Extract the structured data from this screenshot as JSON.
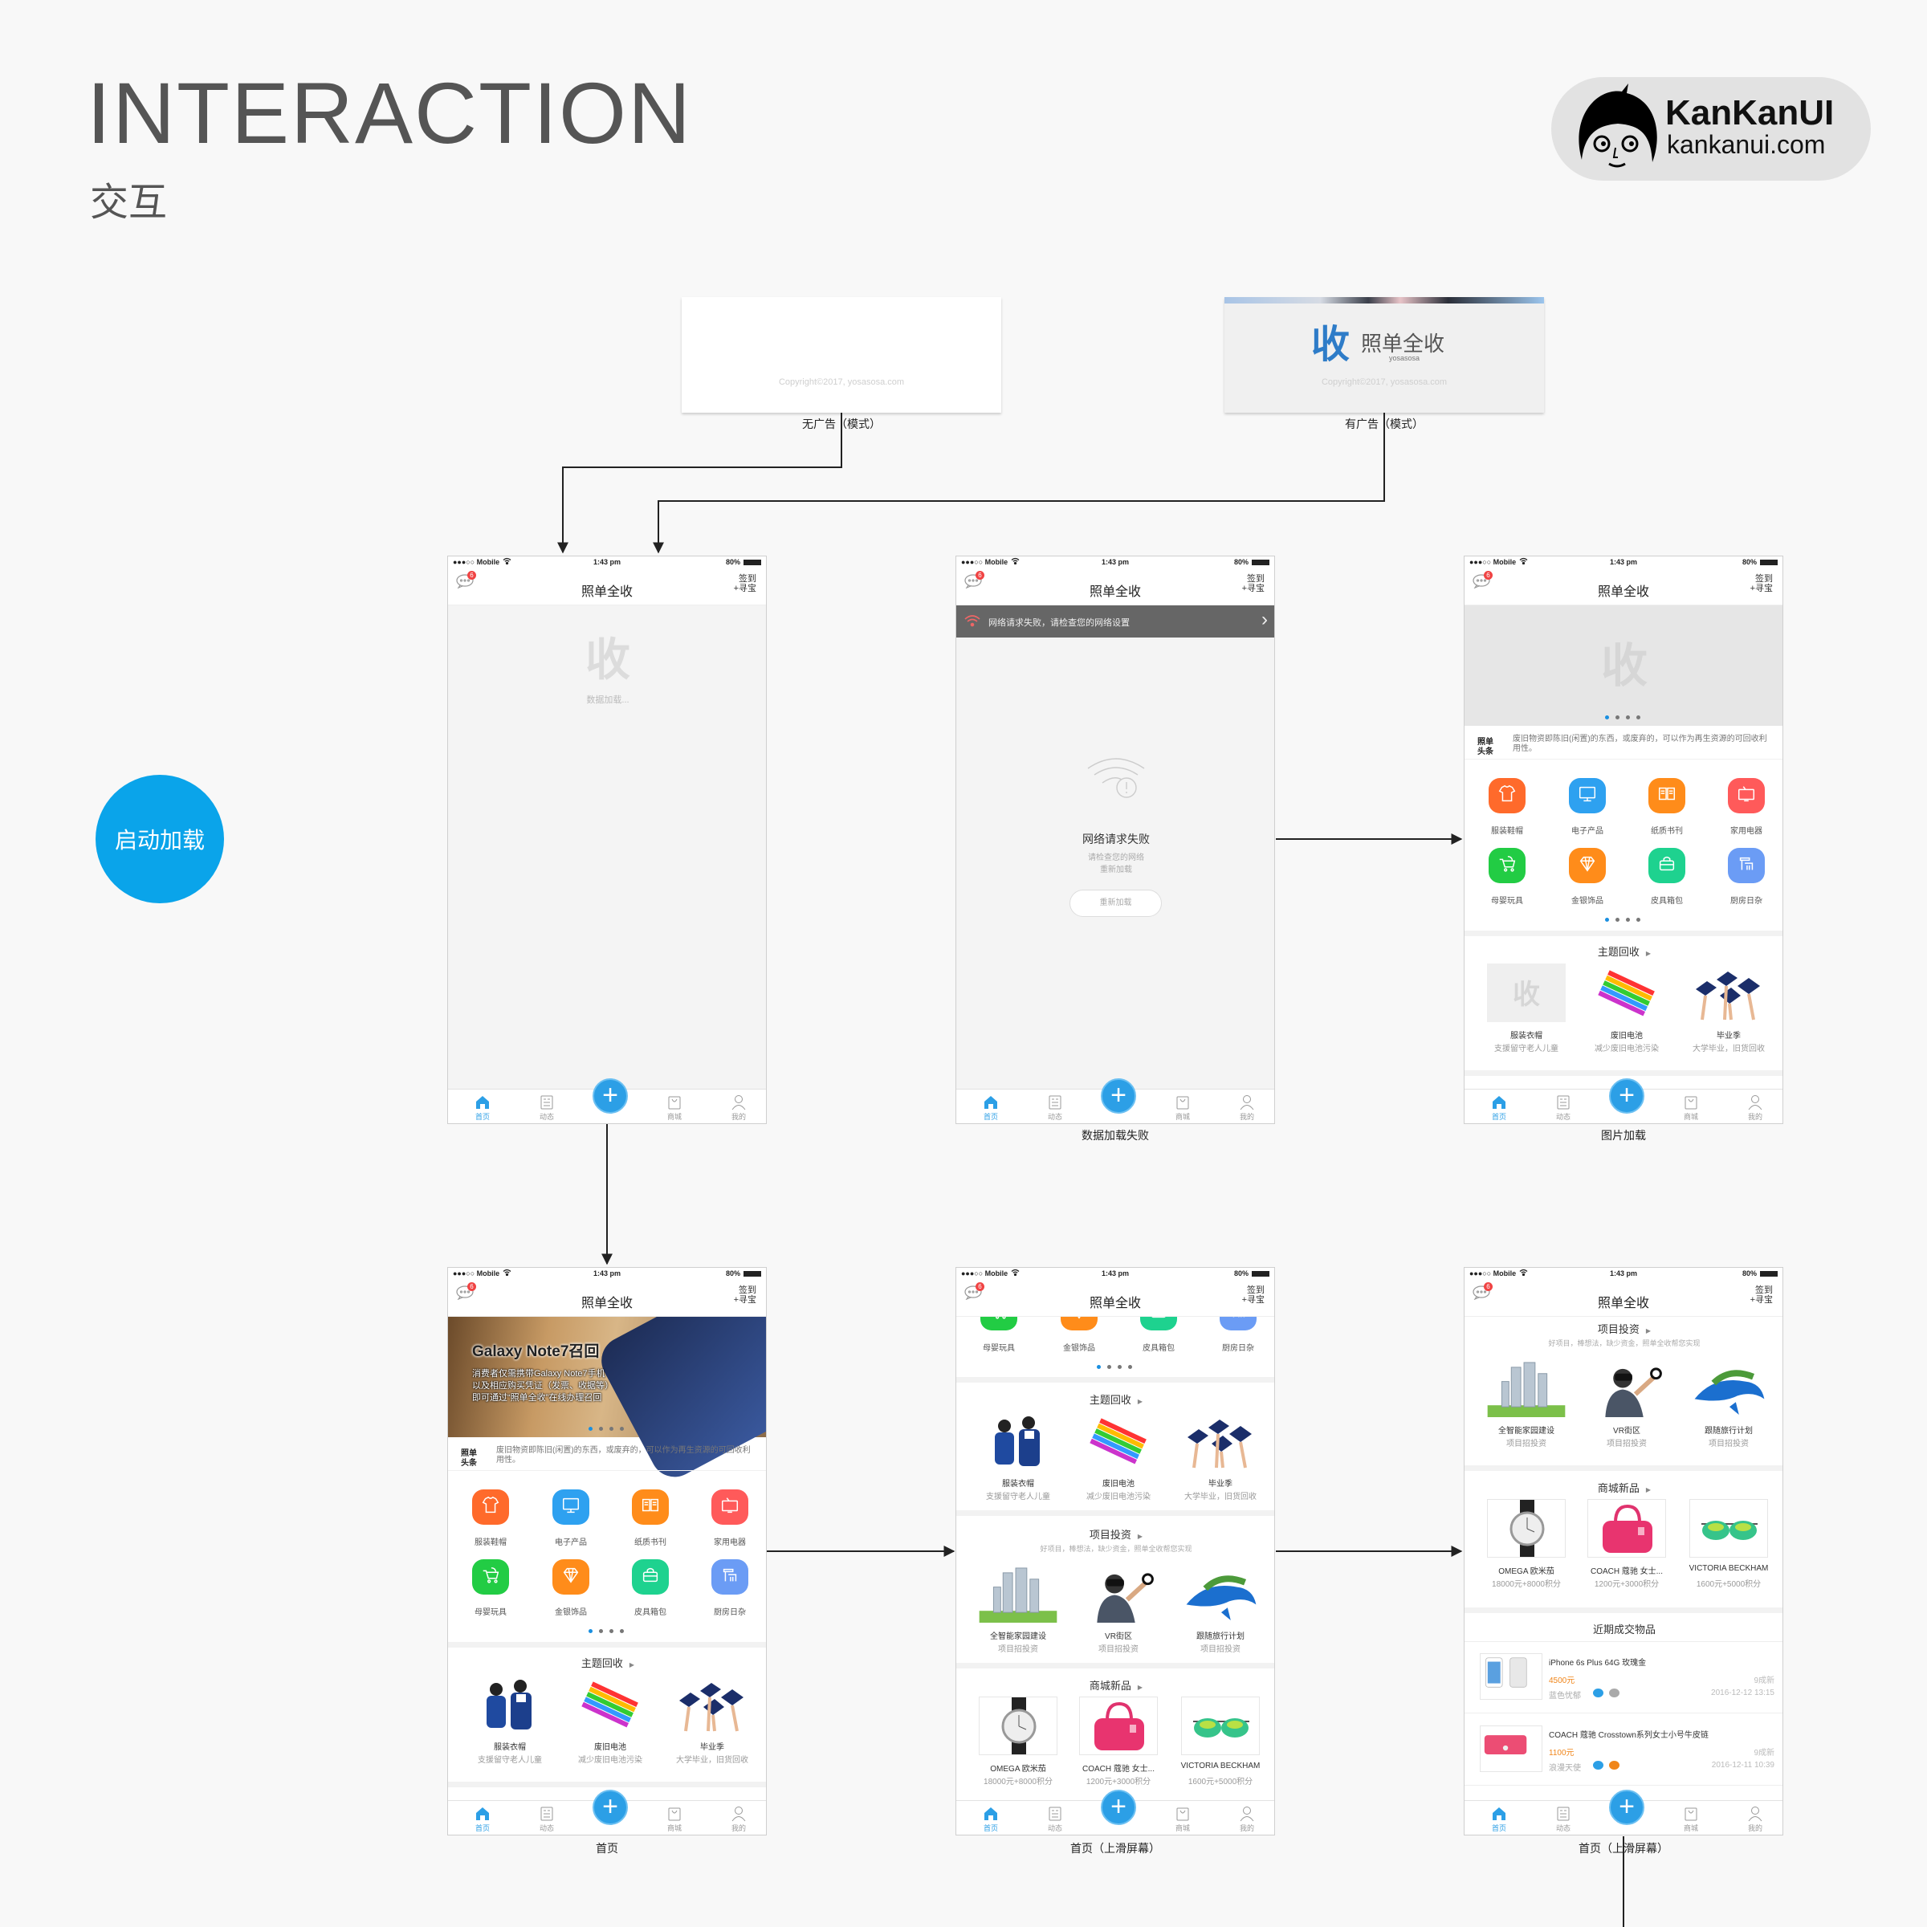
{
  "header": {
    "title": "INTERACTION",
    "subtitle": "交互"
  },
  "logo": {
    "name": "KanKanUI",
    "url": "kankanui.com"
  },
  "start_badge": "启动加载",
  "splash": {
    "plain": {
      "copyright": "Copyright©2017, yosasosa.com",
      "caption": "无广告（模式）"
    },
    "ad": {
      "brand": "照单全收",
      "brand_en": "yosasosa",
      "copyright": "Copyright©2017, yosasosa.com",
      "caption": "有广告（模式）"
    }
  },
  "status": {
    "carrier": "●●●○○ Mobile",
    "time": "1:43 pm",
    "battery": "80%"
  },
  "nav": {
    "title": "照单全收",
    "badge": "6",
    "right_line1": "签到",
    "right_line2": "+寻宝"
  },
  "tabs": [
    "首页",
    "动态",
    "商城",
    "我的"
  ],
  "colors": {
    "accent": "#2c9fe6",
    "badge": "#0aa4ea",
    "price": "#f08519"
  },
  "loading": {
    "text": "数据加载..."
  },
  "error": {
    "bar": "网络请求失败，请检查您的网络设置",
    "title": "网络请求失败",
    "sub1": "请检查您的网络",
    "sub2": "重新加载",
    "button": "重新加载"
  },
  "headline": {
    "label1": "照单",
    "label2": "头条",
    "text": "废旧物资即陈旧(闲置)的东西，或废弃的，可以作为再生资源的可回收利用性。"
  },
  "banner": {
    "title": "Galaxy Note7召回",
    "lines": [
      "消费者仅需携带Galaxy Note7手机",
      "以及相应购买凭证（发票、收据等）",
      "即可通过“照单全收”在线办理召回"
    ]
  },
  "categories": [
    {
      "label": "服装鞋帽",
      "color": "#ff6a2b",
      "icon": "shirt"
    },
    {
      "label": "电子产品",
      "color": "#2ea1f0",
      "icon": "monitor"
    },
    {
      "label": "纸质书刊",
      "color": "#ff8c1a",
      "icon": "book"
    },
    {
      "label": "家用电器",
      "color": "#ff5a5a",
      "icon": "tv"
    },
    {
      "label": "母婴玩具",
      "color": "#22cc44",
      "icon": "stroller"
    },
    {
      "label": "金银饰品",
      "color": "#ff8c1a",
      "icon": "diamond"
    },
    {
      "label": "皮具箱包",
      "color": "#1ed28f",
      "icon": "bag"
    },
    {
      "label": "厨房日杂",
      "color": "#6b9cf5",
      "icon": "faucet"
    }
  ],
  "theme": {
    "title": "主题回收",
    "items": [
      {
        "name": "服装衣帽",
        "desc": "支援留守老人儿童"
      },
      {
        "name": "废旧电池",
        "desc": "减少废旧电池污染"
      },
      {
        "name": "毕业季",
        "desc": "大学毕业，旧货回收"
      }
    ]
  },
  "invest": {
    "title": "项目投资",
    "subtitle": "好项目，棒想法，缺少资金，照单全收帮您实现",
    "items": [
      {
        "name": "全智能家园建设",
        "desc": "项目招投资"
      },
      {
        "name": "VR街区",
        "desc": "项目招投资"
      },
      {
        "name": "跟随旅行计划",
        "desc": "项目招投资"
      }
    ]
  },
  "mall": {
    "title": "商城新品",
    "items": [
      {
        "name": "OMEGA 欧米茄",
        "price": "18000元+8000积分"
      },
      {
        "name": "COACH 蔻驰 女士...",
        "price": "1200元+3000积分"
      },
      {
        "name": "VICTORIA BECKHAM",
        "price": "1600元+5000积分"
      }
    ]
  },
  "recent": {
    "title": "近期成交物品",
    "items": [
      {
        "name": "iPhone 6s Plus 64G 玫瑰金",
        "price": "4500元",
        "user": "蓝色忧郁",
        "condition": "9成新",
        "date": "2016-12-12 13:15"
      },
      {
        "name": "COACH 蔻驰 Crosstown系列女士小号牛皮链",
        "price": "1100元",
        "user": "浪漫天使",
        "condition": "9成新",
        "date": "2016-12-11 10:39"
      }
    ]
  },
  "captions": {
    "error": "数据加载失败",
    "image_loading": "图片加载",
    "home": "首页",
    "home_scrolled": "首页（上滑屏幕）"
  }
}
